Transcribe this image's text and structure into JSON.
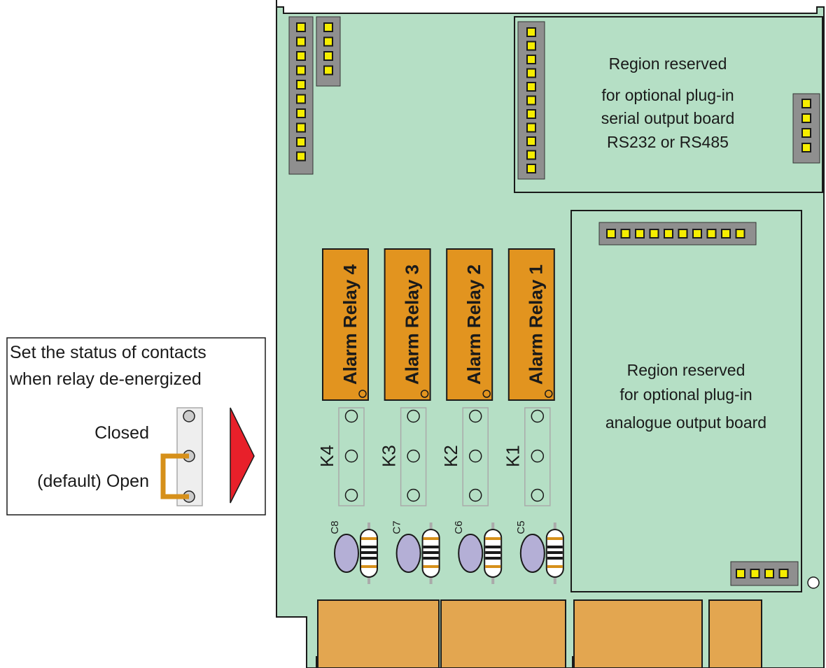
{
  "legend": {
    "title_line1": "Set the status of contacts",
    "title_line2": "when relay de-energized",
    "closed_label": "Closed",
    "open_label": "(default) Open"
  },
  "serial_region": {
    "line1": "Region reserved",
    "line2": "for optional plug-in",
    "line3": "serial output board",
    "line4": "RS232 or RS485"
  },
  "analogue_region": {
    "line1": "Region reserved",
    "line2": "for optional plug-in",
    "line3": "analogue output board"
  },
  "relays": [
    {
      "label": "Alarm Relay 4",
      "jumper": "K4",
      "capacitor": "C8"
    },
    {
      "label": "Alarm Relay 3",
      "jumper": "K3",
      "capacitor": "C7"
    },
    {
      "label": "Alarm Relay 2",
      "jumper": "K2",
      "capacitor": "C6"
    },
    {
      "label": "Alarm Relay 1",
      "jumper": "K1",
      "capacitor": "C5"
    }
  ],
  "colors": {
    "board": "#b5dfc5",
    "relay": "#e2941f",
    "connector": "#e3a650",
    "header": "#8f8f8f",
    "pin": "#f6ee00",
    "jumper": "#d6901a",
    "arrow": "#e8202a",
    "capacitor": "#b4afd6"
  }
}
